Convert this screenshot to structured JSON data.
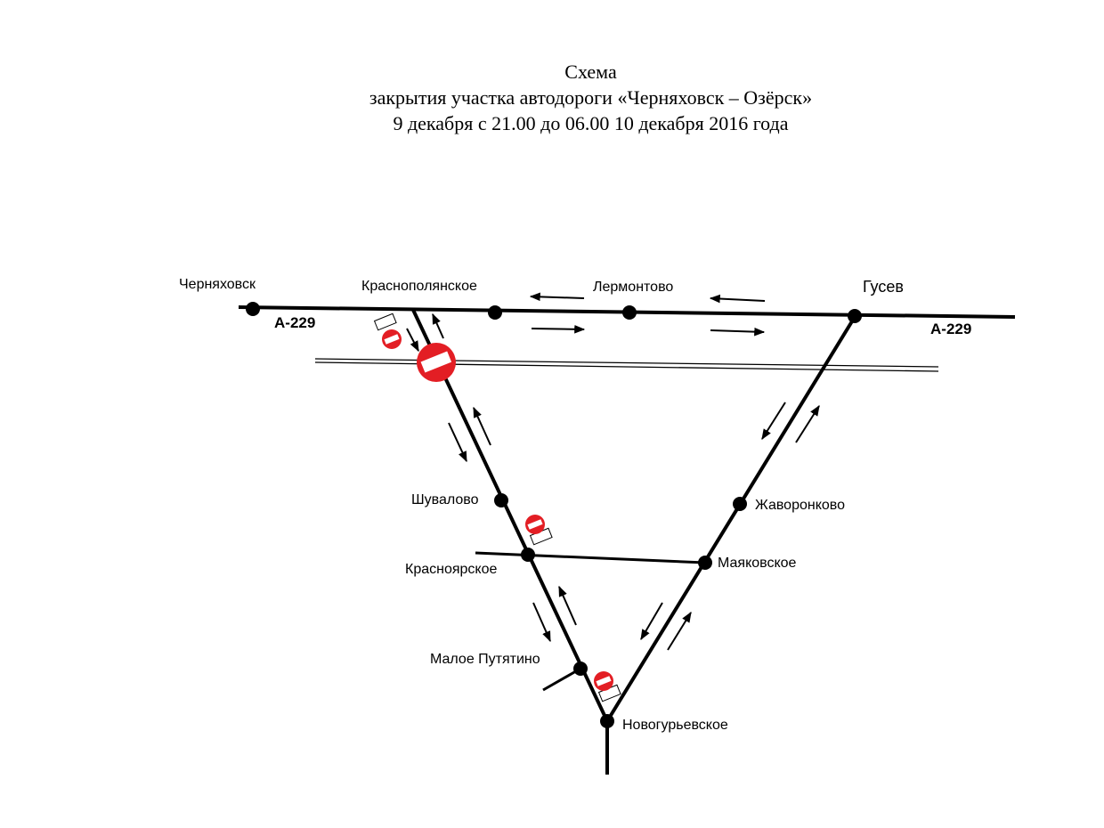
{
  "title": {
    "line1": "Схема",
    "line2": "закрытия участка автодороги «Черняховск – Озёрск»",
    "line3": "9 декабря с 21.00 до 06.00 10 декабря 2016 года"
  },
  "roads": {
    "a229_west": "А-229",
    "a229_east": "А-229"
  },
  "places": {
    "chernyakhovsk": "Черняховск",
    "krasnopolyanskoe": "Краснополянское",
    "lermontovo": "Лермонтово",
    "gusev": "Гусев",
    "shuvalovo": "Шувалово",
    "krasnoyarskoe": "Красноярское",
    "maloe_putyatino": "Малое Путятино",
    "novogurevskoe": "Новогурьевское",
    "zhavoronkovo": "Жаворонково",
    "mayakovskoe": "Маяковское"
  },
  "colors": {
    "road": "#000000",
    "no_entry_sign": "#e31e24",
    "sign_bar": "#ffffff"
  },
  "legend_icons": {
    "closure_sign": "no-entry-sign-icon",
    "detour_sign": "no-entry-sign-icon",
    "sign_plate": "sign-plate-icon"
  }
}
